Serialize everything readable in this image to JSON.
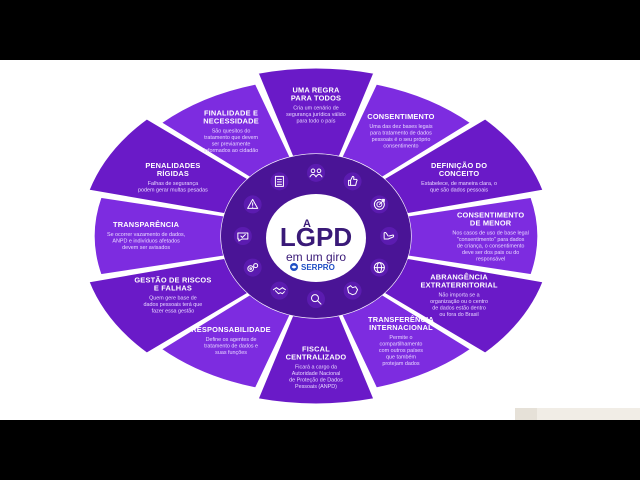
{
  "colors": {
    "segment_a": "#6a1ac8",
    "segment_b": "#7d2ce0",
    "ring": "#4a1496",
    "icon_bg": "#5b1bb0",
    "center": "#ffffff",
    "center_text": "#3a1a78",
    "brand_blue": "#1f4fc4"
  },
  "center": {
    "prefix": "A",
    "title": "LGPD",
    "subtitle": "em um giro",
    "brand": "SERPRO"
  },
  "segments": [
    {
      "title": [
        "UMA REGRA",
        "PARA TODOS"
      ],
      "desc": [
        "Cria um cenário de",
        "segurança jurídica válido",
        "para todo o país"
      ],
      "icon": "people-icon"
    },
    {
      "title": [
        "CONSENTIMENTO"
      ],
      "desc": [
        "Uma das dez bases legais",
        "para tratamento de dados",
        "pessoais é o seu próprio",
        "consentimento"
      ],
      "icon": "thumbs-up-icon"
    },
    {
      "title": [
        "DEFINIÇÃO DO",
        "CONCEITO"
      ],
      "desc": [
        "Estabelece, de maneira clara, o",
        "que são dados pessoais"
      ],
      "icon": "target-icon"
    },
    {
      "title": [
        "CONSENTIMENTO",
        "DE MENOR"
      ],
      "desc": [
        "Nos casos de uso de base legal",
        "\"consentimento\" para dados",
        "de criança, o consentimento",
        "deve ser dos pais ou do",
        "responsável"
      ],
      "icon": "hand-icon"
    },
    {
      "title": [
        "ABRANGÊNCIA",
        "EXTRATERRITORIAL"
      ],
      "desc": [
        "Não importa se a",
        "organização ou o centro",
        "de dados estão dentro",
        "ou fora do Brasil"
      ],
      "icon": "globe-icon"
    },
    {
      "title": [
        "TRANSFERÊNCIA",
        "INTERNACIONAL"
      ],
      "desc": [
        "Permite o",
        "compartilhamento",
        "com outros países",
        "que também",
        "protejam dados"
      ],
      "icon": "map-icon"
    },
    {
      "title": [
        "FISCAL",
        "CENTRALIZADO"
      ],
      "desc": [
        "Ficará a cargo da",
        "Autoridade Nacional",
        "de Proteção de Dados",
        "Pessoais (ANPD)"
      ],
      "icon": "magnifier-icon"
    },
    {
      "title": [
        "RESPONSABILIDADE"
      ],
      "desc": [
        "Define os agentes de",
        "tratamento de dados e",
        "suas funções"
      ],
      "icon": "handshake-icon"
    },
    {
      "title": [
        "GESTÃO DE RISCOS",
        "E FALHAS"
      ],
      "desc": [
        "Quem gere base de",
        "dados pessoais terá que",
        "fazer essa gestão"
      ],
      "icon": "gears-icon"
    },
    {
      "title": [
        "TRANSPARÊNCIA"
      ],
      "desc": [
        "Se ocorrer vazamento de dados,",
        "ANPD e indivíduos afetados",
        "devem ser avisados"
      ],
      "icon": "chat-icon"
    },
    {
      "title": [
        "PENALIDADES",
        "RÍGIDAS"
      ],
      "desc": [
        "Falhas de segurança",
        "podem gerar multas pesadas"
      ],
      "icon": "warning-icon"
    },
    {
      "title": [
        "FINALIDADE E",
        "NECESSIDADE"
      ],
      "desc": [
        "São quesitos do",
        "tratamento que devem",
        "ser previamente",
        "informados ao cidadão"
      ],
      "icon": "checklist-icon"
    }
  ]
}
